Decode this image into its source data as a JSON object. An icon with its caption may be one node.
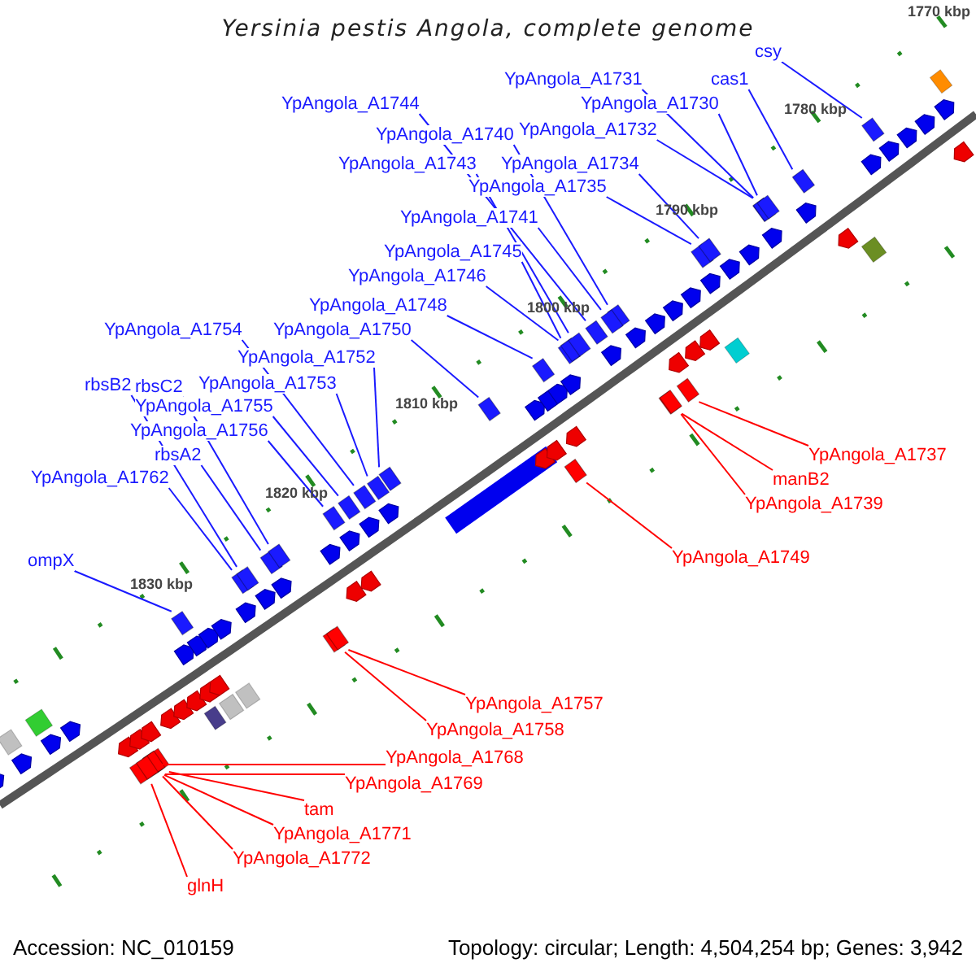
{
  "diagram": {
    "title": "Yersinia pestis Angola, complete genome",
    "nodes": [
      {
        "text": [
          "csy"
        ]
      },
      {
        "text": [
          "YpAngola_A1731"
        ]
      },
      {
        "text": [
          "cas1"
        ]
      },
      {
        "text": [
          "YpAngola_A1730"
        ]
      },
      {
        "text": [
          "YpAngola_A1744"
        ]
      },
      {
        "text": [
          "YpAngola_A1732"
        ]
      },
      {
        "text": [
          "YpAngola_A1740"
        ]
      },
      {
        "text": [
          "YpAngola_A1743"
        ]
      },
      {
        "text": [
          "YpAngola_A1734"
        ]
      },
      {
        "text": [
          "YpAngola_A1735"
        ]
      },
      {
        "text": [
          "YpAngola_A1741"
        ]
      },
      {
        "text": [
          "YpAngola_A1745"
        ]
      },
      {
        "text": [
          "YpAngola_A1746"
        ]
      },
      {
        "text": [
          "YpAngola_A1748"
        ]
      },
      {
        "text": [
          "YpAngola_A1754"
        ]
      },
      {
        "text": [
          "YpAngola_A1750"
        ]
      },
      {
        "text": [
          "YpAngola_A1752"
        ]
      },
      {
        "text": [
          "rbsB2"
        ]
      },
      {
        "text": [
          "rbsC2"
        ]
      },
      {
        "text": [
          "YpAngola_A1753"
        ]
      },
      {
        "text": [
          "YpAngola_A1755"
        ]
      },
      {
        "text": [
          "YpAngola_A1756"
        ]
      },
      {
        "text": [
          "rbsA2"
        ]
      },
      {
        "text": [
          "YpAngola_A1737"
        ]
      },
      {
        "text": [
          "YpAngola_A1762"
        ]
      },
      {
        "text": [
          "manB2"
        ]
      },
      {
        "text": [
          "YpAngola_A1739"
        ]
      },
      {
        "text": [
          "YpAngola_A1749"
        ]
      },
      {
        "text": [
          "ompX"
        ]
      },
      {
        "text": [
          "YpAngola_A1757"
        ]
      },
      {
        "text": [
          "YpAngola_A1758"
        ]
      },
      {
        "text": [
          "YpAngola_A1768"
        ]
      },
      {
        "text": [
          "YpAngola_A1769"
        ]
      },
      {
        "text": [
          "tam"
        ]
      },
      {
        "text": [
          "YpAngola_A1771"
        ]
      },
      {
        "text": [
          "YpAngola_A1772"
        ]
      },
      {
        "text": [
          "glnH"
        ]
      },
      {
        "text": [],
        "shape": "box"
      },
      {
        "text": [],
        "shape": "box"
      },
      {
        "text": [],
        "shape": "box"
      },
      {
        "text": [],
        "shape": "box"
      },
      {
        "text": [],
        "shape": "box"
      },
      {
        "text": [],
        "shape": "box"
      },
      {
        "text": [],
        "shape": "box"
      },
      {
        "text": [],
        "shape": "box"
      },
      {
        "text": [],
        "shape": "box"
      },
      {
        "text": [],
        "shape": "box"
      },
      {
        "text": [],
        "shape": "box"
      },
      {
        "text": [],
        "shape": "box"
      },
      {
        "text": [],
        "shape": "box"
      },
      {
        "text": [],
        "shape": "box"
      },
      {
        "text": [],
        "shape": "box"
      },
      {
        "text": [],
        "shape": "box"
      },
      {
        "text": [],
        "shape": "box"
      },
      {
        "text": [],
        "shape": "box"
      },
      {
        "text": [],
        "shape": "box"
      },
      {
        "text": [],
        "shape": "box"
      },
      {
        "text": [],
        "shape": "box"
      },
      {
        "text": [],
        "shape": "box"
      },
      {
        "text": [],
        "shape": "box"
      },
      {
        "text": [],
        "shape": "box"
      },
      {
        "text": [],
        "shape": "box"
      },
      {
        "text": [],
        "shape": "box"
      },
      {
        "text": [],
        "shape": "box"
      },
      {
        "text": [],
        "shape": "box"
      },
      {
        "text": [],
        "shape": "box"
      },
      {
        "text": [],
        "shape": "box"
      },
      {
        "text": [],
        "shape": "box"
      },
      {
        "text": [],
        "shape": "box"
      },
      {
        "text": [],
        "shape": "box"
      },
      {
        "text": [],
        "shape": "box"
      },
      {
        "text": [],
        "shape": "box"
      },
      {
        "text": [],
        "shape": "box"
      },
      {
        "text": [],
        "shape": "box"
      }
    ],
    "edges": [
      {
        "from": 0,
        "to": 73,
        "arrow": "none"
      },
      {
        "from": 1,
        "to": 69,
        "arrow": "none"
      },
      {
        "from": 2,
        "to": 72,
        "arrow": "none"
      },
      {
        "from": 3,
        "to": 70,
        "arrow": "none"
      },
      {
        "from": 4,
        "to": 57,
        "arrow": "none"
      },
      {
        "from": 5,
        "to": 67,
        "arrow": "none"
      },
      {
        "from": 6,
        "to": 61,
        "arrow": "none"
      },
      {
        "from": 7,
        "to": 60,
        "arrow": "none"
      },
      {
        "from": 8,
        "to": 65,
        "arrow": "none"
      },
      {
        "from": 9,
        "to": 64,
        "arrow": "none"
      },
      {
        "from": 10,
        "to": 62,
        "arrow": "none"
      },
      {
        "from": 11,
        "to": 59,
        "arrow": "none"
      },
      {
        "from": 12,
        "to": 58,
        "arrow": "none"
      },
      {
        "from": 13,
        "to": 56,
        "arrow": "none"
      },
      {
        "from": 14,
        "to": 50,
        "arrow": "none"
      },
      {
        "from": 15,
        "to": 55,
        "arrow": "none"
      },
      {
        "from": 16,
        "to": 52,
        "arrow": "none"
      },
      {
        "from": 17,
        "to": 43,
        "arrow": "none"
      },
      {
        "from": 18,
        "to": 47,
        "arrow": "none"
      },
      {
        "from": 19,
        "to": 51,
        "arrow": "none"
      },
      {
        "from": 20,
        "to": 49,
        "arrow": "none"
      },
      {
        "from": 21,
        "to": 48,
        "arrow": "none"
      },
      {
        "from": 22,
        "to": 46,
        "arrow": "none"
      },
      {
        "from": 23,
        "to": 71,
        "arrow": "none",
        "color": "#ff0000"
      },
      {
        "from": 24,
        "to": 41,
        "arrow": "none"
      },
      {
        "from": 25,
        "to": 68,
        "arrow": "none",
        "color": "#ff0000"
      },
      {
        "from": 26,
        "to": 66,
        "arrow": "none",
        "color": "#ff0000"
      },
      {
        "from": 27,
        "to": 63,
        "arrow": "none",
        "color": "#ff0000"
      },
      {
        "from": 28,
        "to": 37,
        "arrow": "none"
      },
      {
        "from": 29,
        "to": 54,
        "arrow": "none",
        "color": "#ff0000"
      },
      {
        "from": 30,
        "to": 53,
        "arrow": "none",
        "color": "#ff0000"
      },
      {
        "from": 31,
        "to": 45,
        "arrow": "none",
        "color": "#ff0000"
      },
      {
        "from": 32,
        "to": 44,
        "arrow": "none",
        "color": "#ff0000"
      },
      {
        "from": 33,
        "to": 42,
        "arrow": "none",
        "color": "#ff0000"
      },
      {
        "from": 34,
        "to": 40,
        "arrow": "none",
        "color": "#ff0000"
      },
      {
        "from": 35,
        "to": 39,
        "arrow": "none",
        "color": "#ff0000"
      },
      {
        "from": 36,
        "to": 38,
        "arrow": "none",
        "color": "#ff0000"
      }
    ],
    "labels": [
      "1770 kbp",
      "1780 kbp",
      "1790 kbp",
      "1800 kbp",
      "1810 kbp",
      "1820 kbp",
      "1830 kbp",
      "Accession: NC_010159",
      "Topology: circular; Length: 4,504,254 bp; Genes: 3,942"
    ]
  }
}
